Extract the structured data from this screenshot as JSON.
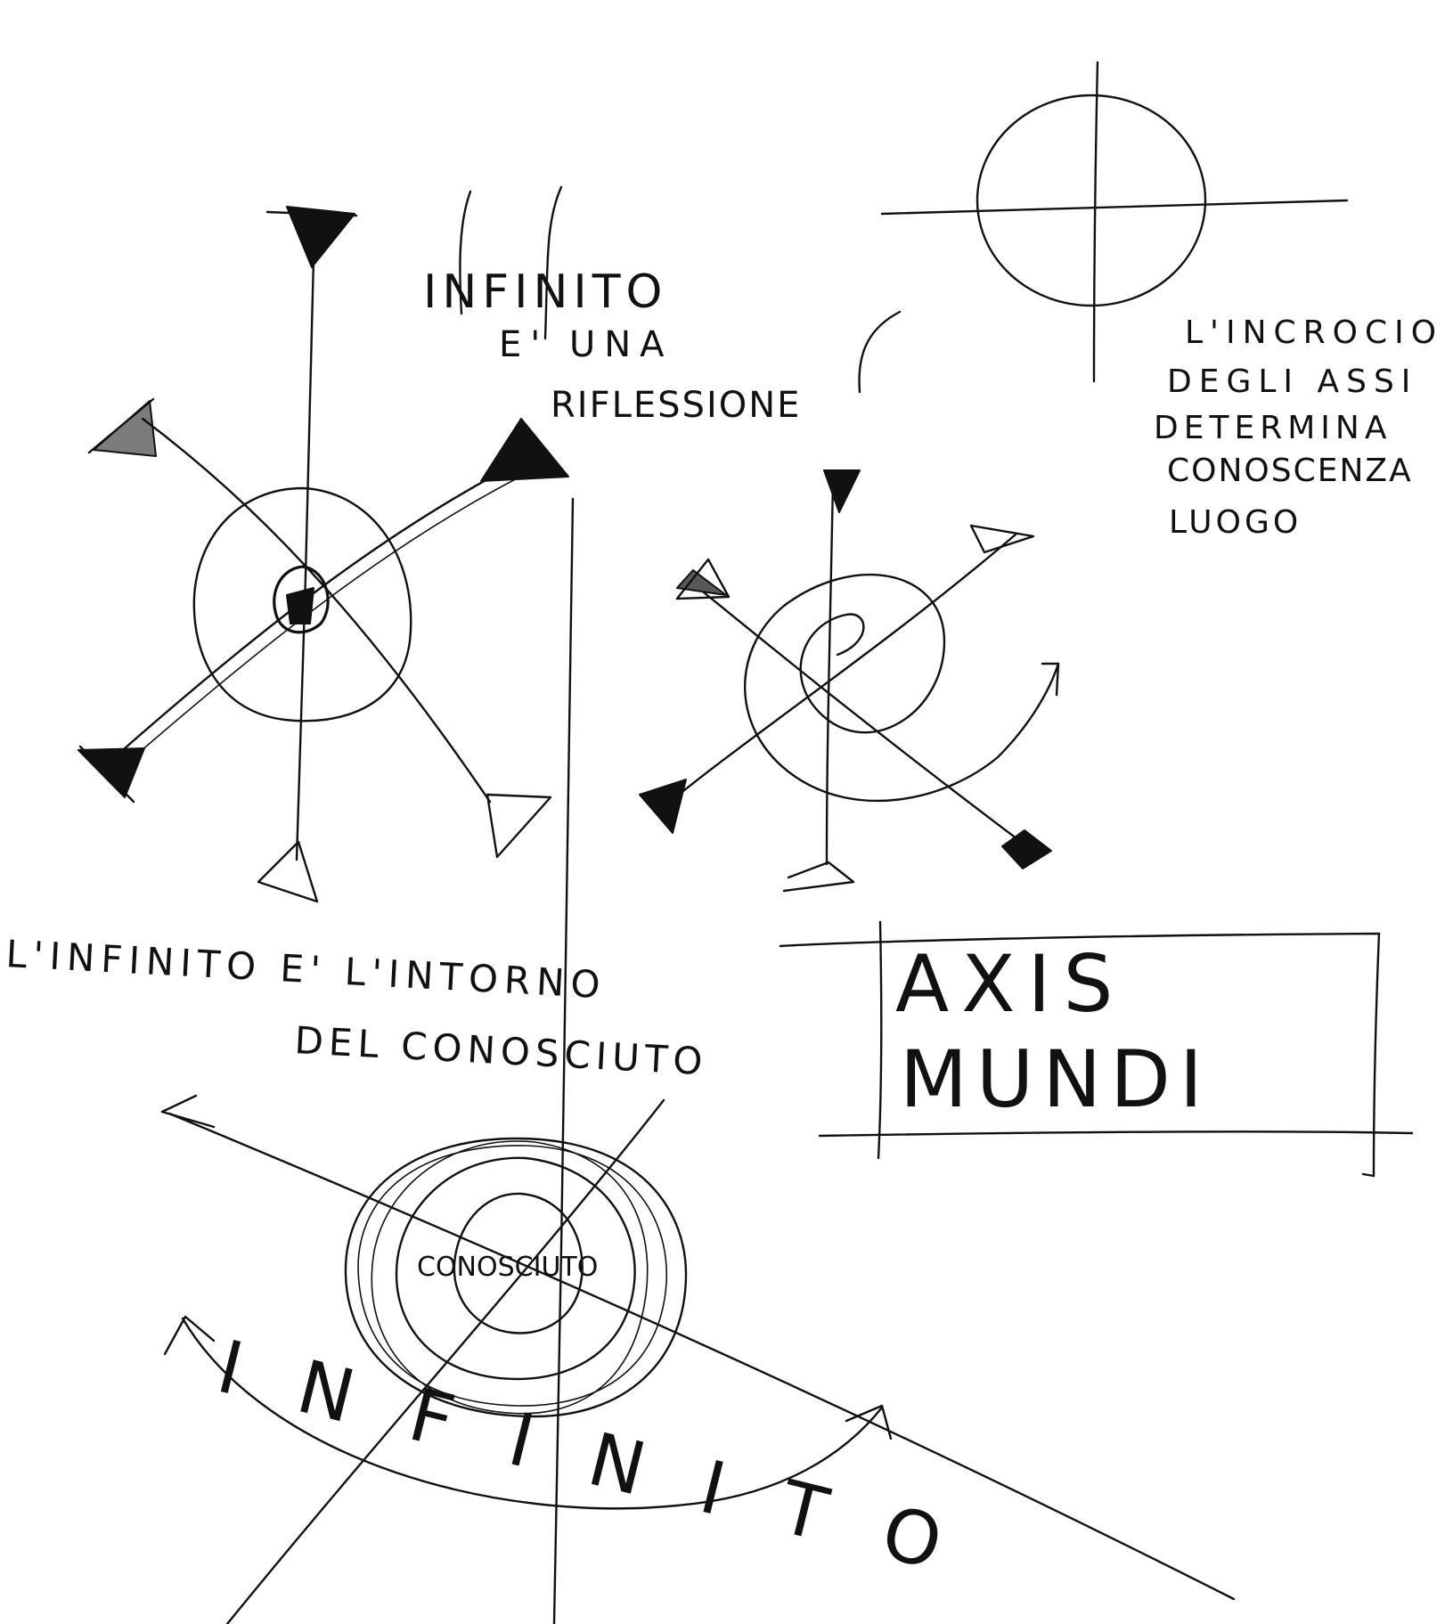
{
  "texts": {
    "infinito_riflessione_1": "INFINITO",
    "infinito_riflessione_2": "E' UNA",
    "infinito_riflessione_3": "RIFLESSIONE",
    "incrocio_1": "L'INCROCIO",
    "incrocio_2": "DEGLI ASSI",
    "incrocio_3": "DETERMINA",
    "incrocio_4": "CONOSCENZA",
    "incrocio_5": "LUOGO",
    "intorno_1": "L'INFINITO E' L'INTORNO",
    "intorno_2": "DEL CONOSCIUTO",
    "conosciuto": "CONOSCIUTO",
    "axis": "AXIS",
    "mundi": "MUNDI",
    "arc_infinito": "INFINITO"
  },
  "colors": {
    "ink": "#111111",
    "paper": "#ffffff"
  }
}
